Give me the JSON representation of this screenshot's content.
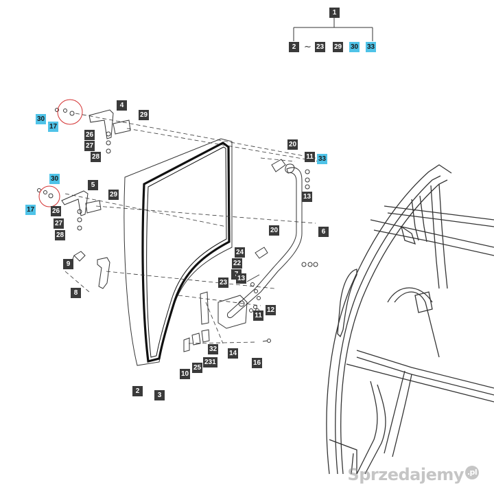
{
  "colors": {
    "label_bg": "#3a3a3a",
    "highlight_bg": "#4fc3e8",
    "line": "#333333"
  },
  "tree": {
    "root": "1",
    "children": [
      "2",
      "~",
      "23",
      "29",
      "30",
      "33"
    ],
    "highlighted": [
      "30",
      "33"
    ]
  },
  "callouts": {
    "c4": "4",
    "c29a": "29",
    "c30a": "30",
    "c17a": "17",
    "c26a": "26",
    "c27a": "27",
    "c28a": "28",
    "c5": "5",
    "c29b": "29",
    "c30b": "30",
    "c17b": "17",
    "c26b": "26",
    "c27b": "27",
    "c28b": "28",
    "c20a": "20",
    "c11a": "11",
    "c33": "33",
    "c13a": "13",
    "c6": "6",
    "c20b": "20",
    "c24": "24",
    "c22": "22",
    "c7": "7",
    "c13b": "13",
    "c23": "23",
    "c12": "12",
    "c11b": "11",
    "c9": "9",
    "c8": "8",
    "c14": "14",
    "c16": "16",
    "c32": "32",
    "c231": "231",
    "c10": "10",
    "c25": "25",
    "c2": "2",
    "c3": "3"
  },
  "watermark": {
    "text": "Sprzedajemy",
    "suffix": ".pl"
  }
}
